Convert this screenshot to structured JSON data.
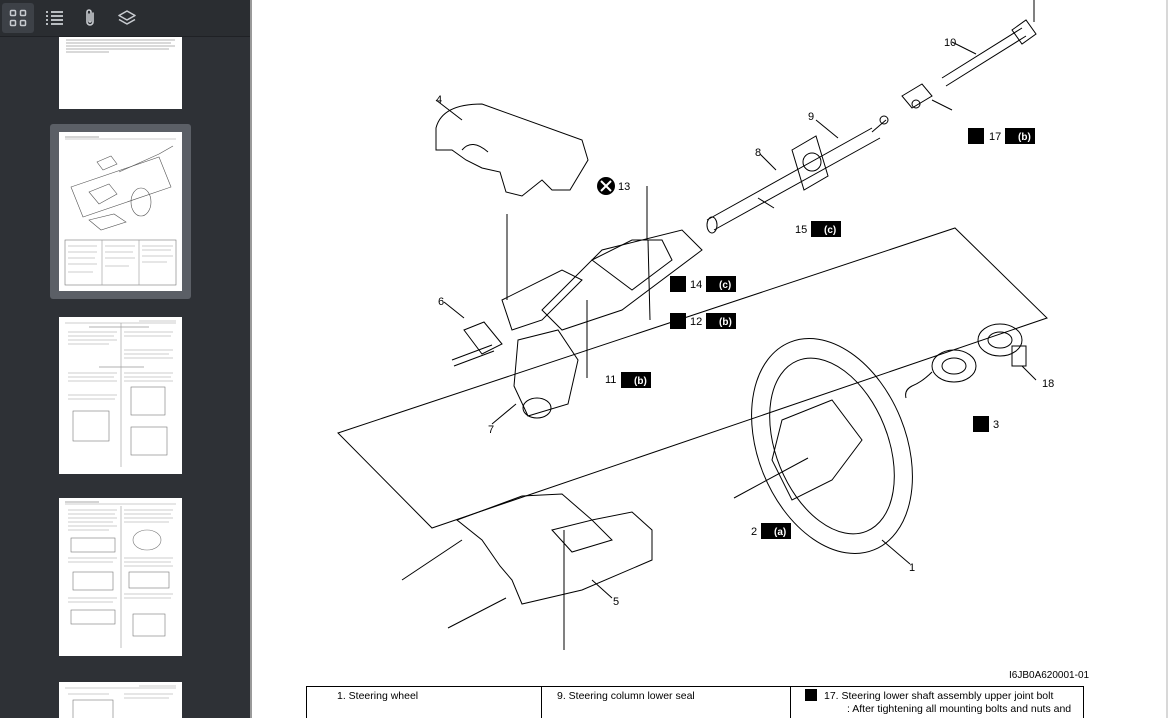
{
  "sidebar": {
    "tabs": [
      {
        "name": "thumbnails-tab",
        "icon": "grid-icon",
        "active": true
      },
      {
        "name": "outline-tab",
        "icon": "list-icon",
        "active": false
      },
      {
        "name": "attachments-tab",
        "icon": "paperclip-icon",
        "active": false
      },
      {
        "name": "layers-tab",
        "icon": "layers-icon",
        "active": false
      }
    ],
    "selected_page_index": 1
  },
  "diagram": {
    "callouts": {
      "c1": "1",
      "c2": "2",
      "c3": "3",
      "c4": "4",
      "c5": "5",
      "c6": "6",
      "c7": "7",
      "c8": "8",
      "c9": "9",
      "c10": "10",
      "c11": "11",
      "c12": "12",
      "c13": "13",
      "c14": "14",
      "c15": "15",
      "c17": "17",
      "c18": "18"
    },
    "torque_refs": {
      "t2": "(a)",
      "t11": "(b)",
      "t12": "(b)",
      "t14": "(c)",
      "t15": "(c)",
      "t17": "(b)"
    },
    "figure_code": "I6JB0A620001-01"
  },
  "legend": {
    "col1": "1.   Steering wheel",
    "col2": "9.   Steering column lower seal",
    "col3_line1": "17.   Steering lower shaft assembly upper joint bolt",
    "col3_line2": ": After tightening all mounting bolts and nuts and"
  },
  "colors": {
    "sidebar_bg": "#2e3136",
    "toolbar_bg": "#2a2d31",
    "selected_thumb": "#5b5f66",
    "page_bg": "#ffffff"
  }
}
